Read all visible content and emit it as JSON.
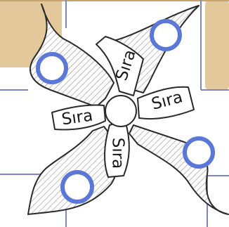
{
  "spinner": {
    "labels": {
      "top": "Sıra",
      "right": "Sıra",
      "bottom": "Sıra",
      "left": "Sıra"
    },
    "colors": {
      "page_bg": "#ffffff",
      "wood": "#e2c89a",
      "wood_dark": "#c9a46c",
      "grid_line": "#7d84c7",
      "outline": "#2a2a2a",
      "hatch": "#9a9a9a",
      "circle_ring": "#5b78d8",
      "circle_fill": "#ffffff"
    },
    "icons": [
      "pinwheel-icon",
      "hub-circle-icon",
      "blade-circle-icon"
    ]
  }
}
